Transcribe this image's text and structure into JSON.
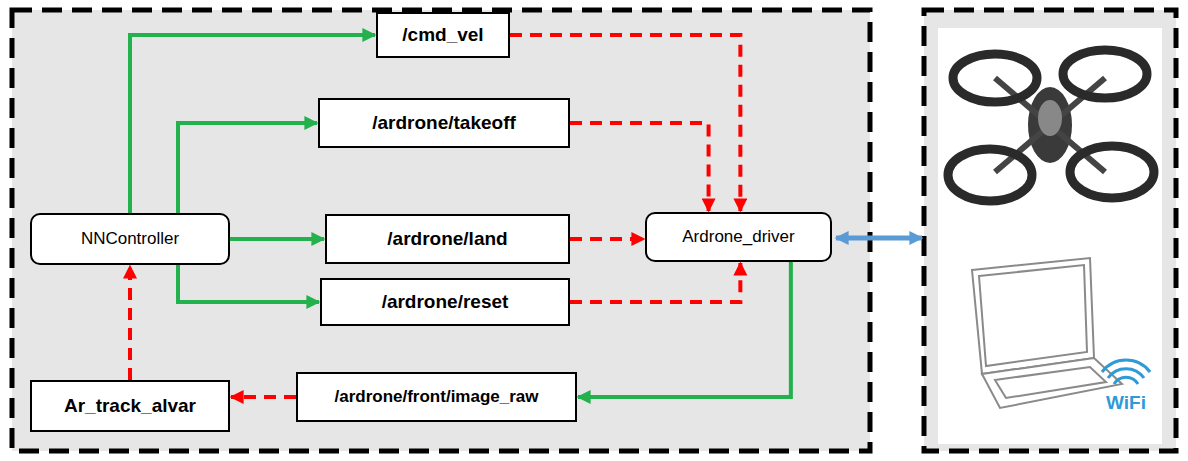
{
  "diagram": {
    "nodes": [
      {
        "text": [
          "/cmd_vel"
        ]
      },
      {
        "text": [
          "/ardrone/takeoff"
        ]
      },
      {
        "text": [
          "NNController"
        ]
      },
      {
        "text": [
          "/ardrone/land"
        ]
      },
      {
        "text": [
          "Ardrone_driver"
        ]
      },
      {
        "text": [
          "/ardrone/reset"
        ]
      },
      {
        "text": [
          "Ar_track_alvar"
        ]
      },
      {
        "text": [
          "/ardrone/front/image_raw"
        ]
      }
    ],
    "edges": [
      {
        "from": 2,
        "to": 0,
        "arrow": "to"
      },
      {
        "from": 2,
        "to": 1,
        "arrow": "to"
      },
      {
        "from": 2,
        "to": 3,
        "arrow": "to"
      },
      {
        "from": 2,
        "to": 5,
        "arrow": "to"
      },
      {
        "from": 0,
        "to": 4,
        "arrow": "to"
      },
      {
        "from": 1,
        "to": 4,
        "arrow": "to"
      },
      {
        "from": 3,
        "to": 4,
        "arrow": "to"
      },
      {
        "from": 5,
        "to": 4,
        "arrow": "to"
      },
      {
        "from": 4,
        "to": 7,
        "arrow": "to"
      },
      {
        "from": 7,
        "to": 6,
        "arrow": "to"
      },
      {
        "from": 6,
        "to": 2,
        "arrow": "to"
      }
    ],
    "labels": [
      "WiFi"
    ]
  }
}
